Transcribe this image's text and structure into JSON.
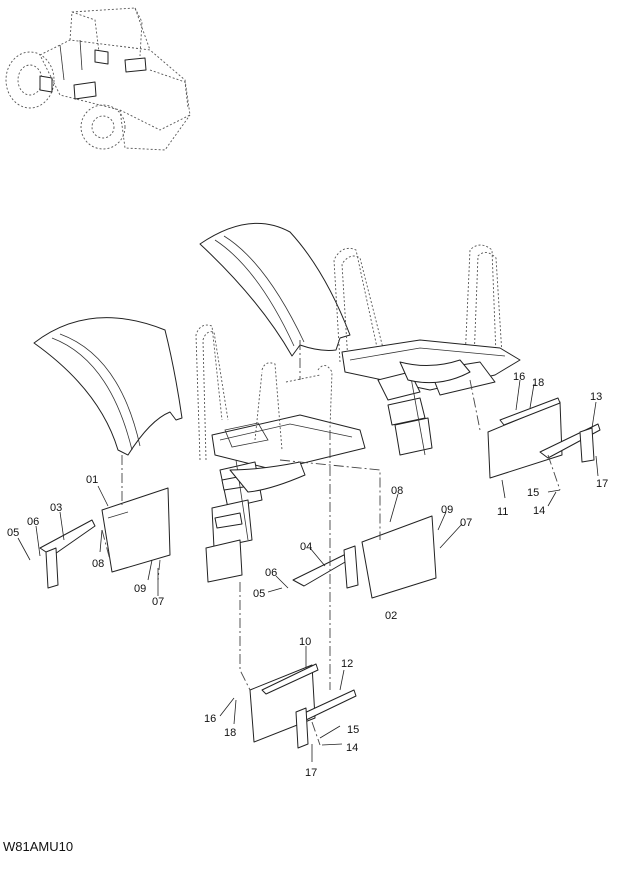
{
  "drawing_code": "W81AMU10",
  "callouts": {
    "c01": "01",
    "c02": "02",
    "c03": "03",
    "c04": "04",
    "c05a": "05",
    "c05b": "05",
    "c06a": "06",
    "c06b": "06",
    "c07a": "07",
    "c07b": "07",
    "c08a": "08",
    "c08b": "08",
    "c09a": "09",
    "c09b": "09",
    "c10": "10",
    "c11": "11",
    "c12": "12",
    "c13": "13",
    "c14a": "14",
    "c14b": "14",
    "c15a": "15",
    "c15b": "15",
    "c16a": "16",
    "c16b": "16",
    "c17a": "17",
    "c17b": "17",
    "c18a": "18",
    "c18b": "18"
  }
}
